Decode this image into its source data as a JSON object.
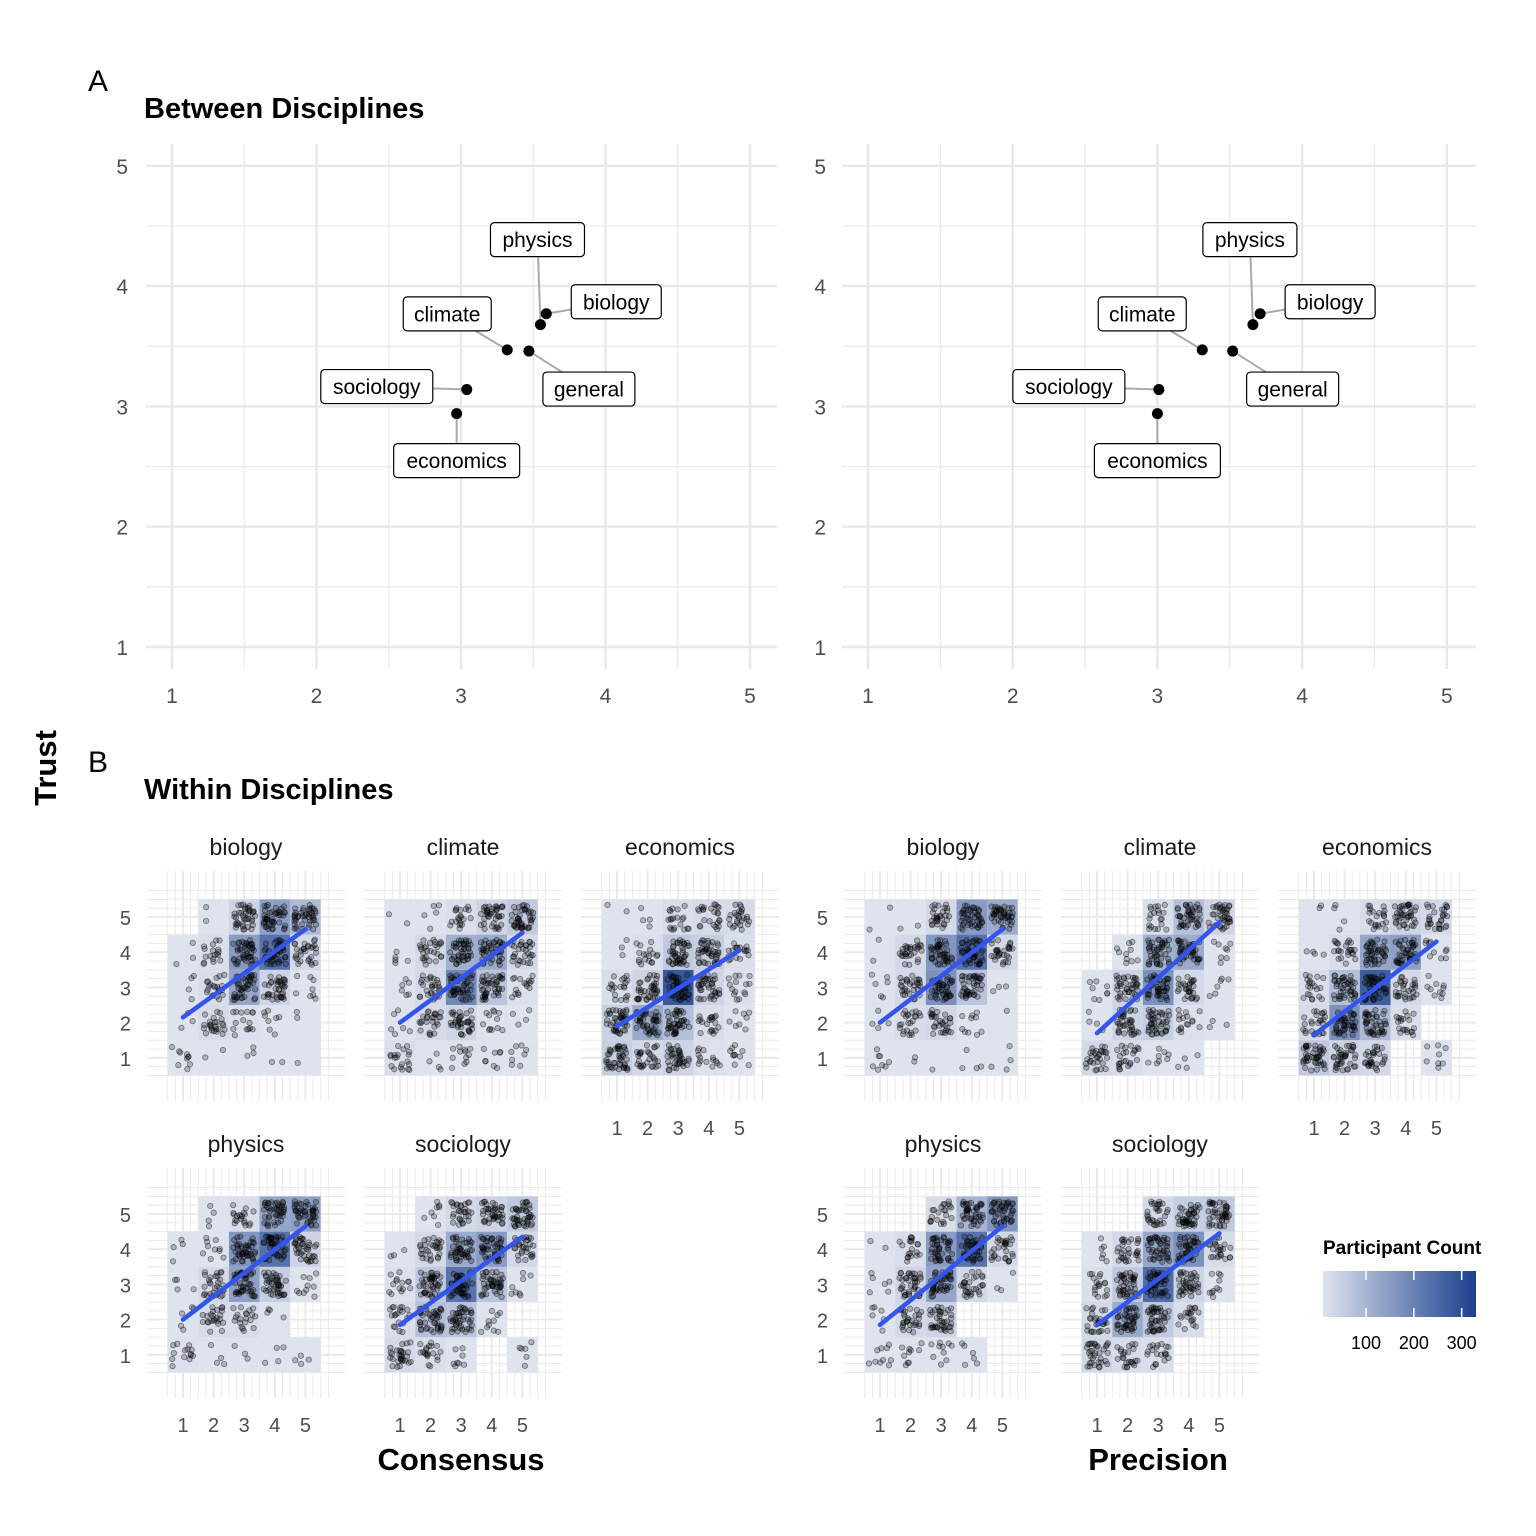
{
  "panel_tags": {
    "a": "A",
    "b": "B"
  },
  "titles": {
    "between": "Between Disciplines",
    "within": "Within Disciplines"
  },
  "axis_titles": {
    "y": "Trust",
    "consensus": "Consensus",
    "precision": "Precision"
  },
  "legend": {
    "title": "Participant Count",
    "ticks": [
      100,
      200,
      300
    ],
    "min": 10,
    "max": 330,
    "color_low": "#dfe3ee",
    "color_high": "#1a3f8c"
  },
  "colors": {
    "grid": "#e8e8e8",
    "point": "#000000",
    "trend": "#3355ee",
    "leader": "#aaaaaa"
  },
  "chart_data": [
    {
      "type": "scatter",
      "id": "between-consensus",
      "x_var": "Consensus",
      "y_var": "Trust",
      "xlim": [
        1,
        5
      ],
      "ylim": [
        1,
        5
      ],
      "x_ticks": [
        1,
        2,
        3,
        4,
        5
      ],
      "y_ticks": [
        1,
        2,
        3,
        4,
        5
      ],
      "grid": true,
      "points": [
        {
          "label": "physics",
          "x": 3.55,
          "y": 3.68
        },
        {
          "label": "biology",
          "x": 3.59,
          "y": 3.77
        },
        {
          "label": "climate",
          "x": 3.32,
          "y": 3.47
        },
        {
          "label": "general",
          "x": 3.47,
          "y": 3.46
        },
        {
          "label": "sociology",
          "x": 3.04,
          "y": 3.14
        },
        {
          "label": "economics",
          "x": 2.97,
          "y": 2.94
        }
      ]
    },
    {
      "type": "scatter",
      "id": "between-precision",
      "x_var": "Precision",
      "y_var": "Trust",
      "xlim": [
        1,
        5
      ],
      "ylim": [
        1,
        5
      ],
      "x_ticks": [
        1,
        2,
        3,
        4,
        5
      ],
      "y_ticks": [
        1,
        2,
        3,
        4,
        5
      ],
      "grid": true,
      "points": [
        {
          "label": "physics",
          "x": 3.66,
          "y": 3.68
        },
        {
          "label": "biology",
          "x": 3.71,
          "y": 3.77
        },
        {
          "label": "climate",
          "x": 3.31,
          "y": 3.47
        },
        {
          "label": "general",
          "x": 3.52,
          "y": 3.46
        },
        {
          "label": "sociology",
          "x": 3.01,
          "y": 3.14
        },
        {
          "label": "economics",
          "x": 3.0,
          "y": 2.94
        }
      ]
    },
    {
      "type": "heatmap",
      "id": "within-consensus",
      "x_var": "Consensus",
      "y_var": "Trust",
      "x_ticks": [
        1,
        2,
        3,
        4,
        5
      ],
      "y_ticks": [
        1,
        2,
        3,
        4,
        5
      ],
      "facets": [
        {
          "name": "biology",
          "counts": [
            [
              10,
              2,
              3,
              2,
              1
            ],
            [
              3,
              25,
              15,
              8,
              2
            ],
            [
              4,
              22,
              130,
              40,
              8
            ],
            [
              3,
              18,
              150,
              230,
              30
            ],
            [
              0,
              2,
              40,
              140,
              90
            ]
          ],
          "fit": {
            "x0": 1,
            "y0": 2.15,
            "x1": 5,
            "y1": 4.65
          }
        },
        {
          "name": "climate",
          "counts": [
            [
              20,
              4,
              12,
              8,
              8
            ],
            [
              6,
              26,
              38,
              12,
              4
            ],
            [
              6,
              28,
              190,
              70,
              16
            ],
            [
              5,
              28,
              110,
              120,
              30
            ],
            [
              2,
              5,
              20,
              40,
              60
            ]
          ],
          "fit": {
            "x0": 1,
            "y0": 2.0,
            "x1": 5,
            "y1": 4.55
          }
        },
        {
          "name": "economics",
          "counts": [
            [
              50,
              30,
              40,
              14,
              10
            ],
            [
              45,
              120,
              80,
              20,
              8
            ],
            [
              20,
              40,
              280,
              40,
              15
            ],
            [
              3,
              18,
              60,
              50,
              18
            ],
            [
              2,
              4,
              20,
              25,
              26
            ]
          ],
          "fit": {
            "x0": 1,
            "y0": 1.9,
            "x1": 5,
            "y1": 4.05
          }
        },
        {
          "name": "physics",
          "counts": [
            [
              14,
              4,
              3,
              4,
              4
            ],
            [
              5,
              24,
              20,
              4,
              0
            ],
            [
              4,
              30,
              140,
              50,
              10
            ],
            [
              4,
              10,
              160,
              230,
              40
            ],
            [
              0,
              4,
              20,
              130,
              140
            ]
          ],
          "fit": {
            "x0": 1,
            "y0": 2.0,
            "x1": 5,
            "y1": 4.65
          }
        },
        {
          "name": "sociology",
          "counts": [
            [
              30,
              20,
              8,
              0,
              6
            ],
            [
              20,
              80,
              70,
              10,
              0
            ],
            [
              14,
              60,
              230,
              70,
              8
            ],
            [
              3,
              30,
              120,
              150,
              30
            ],
            [
              0,
              8,
              30,
              40,
              60
            ]
          ],
          "fit": {
            "x0": 1,
            "y0": 1.85,
            "x1": 5,
            "y1": 4.35
          }
        }
      ]
    },
    {
      "type": "heatmap",
      "id": "within-precision",
      "x_var": "Precision",
      "y_var": "Trust",
      "x_ticks": [
        1,
        2,
        3,
        4,
        5
      ],
      "y_ticks": [
        1,
        2,
        3,
        4,
        5
      ],
      "facets": [
        {
          "name": "biology",
          "counts": [
            [
              8,
              2,
              1,
              4,
              4
            ],
            [
              4,
              24,
              30,
              10,
              1
            ],
            [
              6,
              30,
              170,
              70,
              3
            ],
            [
              2,
              30,
              160,
              230,
              30
            ],
            [
              2,
              2,
              30,
              150,
              120
            ]
          ],
          "fit": {
            "x0": 1,
            "y0": 2.0,
            "x1": 5,
            "y1": 4.65
          }
        },
        {
          "name": "climate",
          "counts": [
            [
              30,
              24,
              8,
              4,
              0
            ],
            [
              4,
              40,
              50,
              16,
              3
            ],
            [
              8,
              40,
              170,
              30,
              6
            ],
            [
              0,
              10,
              110,
              120,
              8
            ],
            [
              0,
              0,
              20,
              80,
              40
            ]
          ],
          "fit": {
            "x0": 1,
            "y0": 1.7,
            "x1": 5,
            "y1": 4.85
          }
        },
        {
          "name": "economics",
          "counts": [
            [
              60,
              40,
              30,
              0,
              8
            ],
            [
              25,
              170,
              90,
              20,
              0
            ],
            [
              20,
              80,
              270,
              30,
              10
            ],
            [
              4,
              24,
              130,
              140,
              10
            ],
            [
              2,
              4,
              22,
              40,
              30
            ]
          ],
          "fit": {
            "x0": 1,
            "y0": 1.65,
            "x1": 5,
            "y1": 4.3
          }
        },
        {
          "name": "physics",
          "counts": [
            [
              10,
              10,
              10,
              6,
              0
            ],
            [
              6,
              30,
              40,
              0,
              0
            ],
            [
              6,
              40,
              130,
              30,
              3
            ],
            [
              2,
              20,
              150,
              230,
              30
            ],
            [
              0,
              0,
              22,
              100,
              160
            ]
          ],
          "fit": {
            "x0": 1,
            "y0": 1.85,
            "x1": 5,
            "y1": 4.65
          }
        },
        {
          "name": "sociology",
          "counts": [
            [
              34,
              24,
              20,
              0,
              0
            ],
            [
              30,
              120,
              60,
              20,
              0
            ],
            [
              18,
              60,
              240,
              40,
              10
            ],
            [
              6,
              30,
              130,
              170,
              24
            ],
            [
              0,
              0,
              30,
              50,
              60
            ]
          ],
          "fit": {
            "x0": 1,
            "y0": 1.85,
            "x1": 5,
            "y1": 4.45
          }
        }
      ]
    }
  ]
}
